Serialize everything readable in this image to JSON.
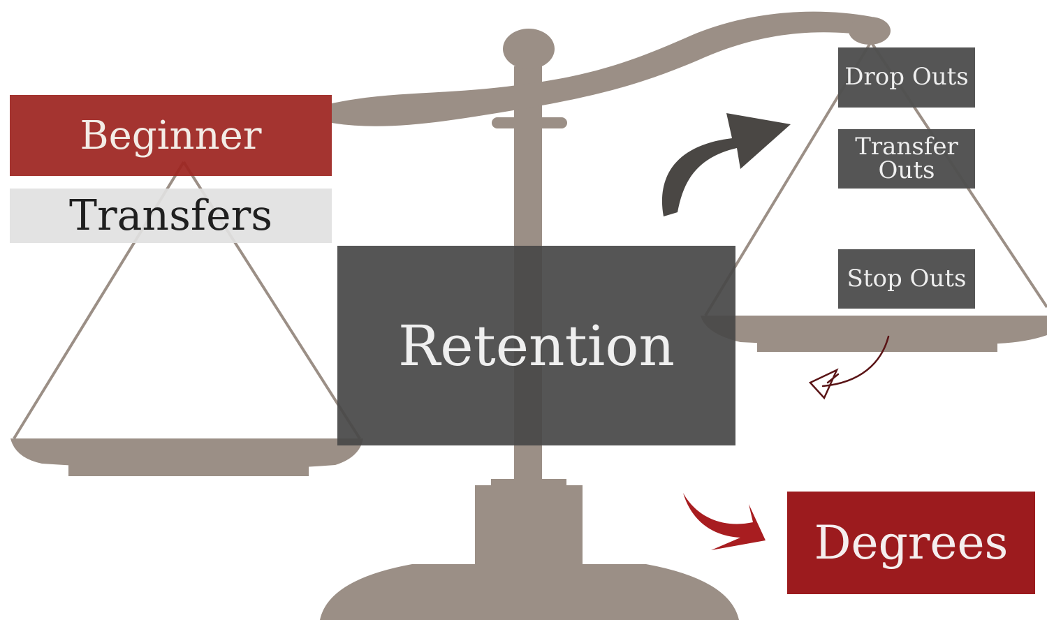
{
  "labels": {
    "beginner": "Beginner",
    "transfers": "Transfers",
    "retention": "Retention",
    "drop_outs": "Drop Outs",
    "transfer_outs": "Transfer\nOuts",
    "stop_outs": "Stop Outs",
    "degrees": "Degrees"
  },
  "icons": {
    "scale": "balance-scale-icon",
    "gray_arrow": "curved-arrow-up-icon",
    "small_arrow": "hand-drawn-arrow-icon",
    "red_arrow": "curved-arrow-right-icon"
  },
  "colors": {
    "scale": "#9b8f86",
    "beginner_fill": "#9d2520",
    "transfers_fill": "#e1e1e1",
    "retention_fill": "#484848",
    "outs_fill": "#505050",
    "degrees_fill": "#9c1b1e",
    "gray_arrow": "#4a4744",
    "red_arrow": "#a81d20",
    "sketch_arrow": "#5a1416"
  }
}
